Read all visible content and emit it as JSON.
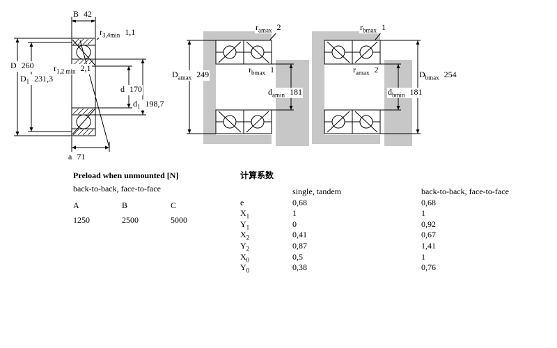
{
  "drawing": {
    "left": {
      "B": {
        "pre": "B",
        "value": "42"
      },
      "r34": {
        "pre": "r",
        "sub": "3,4min",
        "value": "1,1"
      },
      "r12": {
        "pre": "r",
        "sub": "1,2 min",
        "value": "2,1"
      },
      "D": {
        "pre": "D",
        "value": "260"
      },
      "D1": {
        "pre": "D",
        "sub": "1",
        "value": "231,3"
      },
      "d": {
        "pre": "d",
        "value": "170"
      },
      "d1": {
        "pre": "d",
        "sub": "1",
        "value": "198,7"
      },
      "a": {
        "pre": "a",
        "value": "71"
      }
    },
    "arr1": {
      "r_top": {
        "pre": "r",
        "sub": "amax",
        "value": "2"
      },
      "Da": {
        "pre": "D",
        "sub": "amax",
        "value": "249"
      },
      "r_mid": {
        "pre": "r",
        "sub": "bmax",
        "value": "1"
      },
      "da": {
        "pre": "d",
        "sub": "amin",
        "value": "181"
      }
    },
    "arr2": {
      "r_top": {
        "pre": "r",
        "sub": "bmax",
        "value": "1"
      },
      "r_mid": {
        "pre": "r",
        "sub": "amax",
        "value": "2"
      },
      "Db": {
        "pre": "D",
        "sub": "bmax",
        "value": "254"
      },
      "db": {
        "pre": "d",
        "sub": "bmin",
        "value": "181"
      }
    }
  },
  "preload": {
    "title": "Preload when unmounted [N]",
    "subtitle": "back-to-back, face-to-face",
    "headers": [
      "A",
      "B",
      "C"
    ],
    "values": [
      "1250",
      "2500",
      "5000"
    ]
  },
  "factors": {
    "title": "计算系数",
    "col1": "single, tandem",
    "col2": "back-to-back, face-to-face",
    "rows": [
      {
        "pre": "e",
        "sub": "",
        "v1": "0,68",
        "v2": "0,68"
      },
      {
        "pre": "X",
        "sub": "1",
        "v1": "1",
        "v2": "1"
      },
      {
        "pre": "Y",
        "sub": "1",
        "v1": "0",
        "v2": "0,92"
      },
      {
        "pre": "X",
        "sub": "2",
        "v1": "0,41",
        "v2": "0,67"
      },
      {
        "pre": "Y",
        "sub": "2",
        "v1": "0,87",
        "v2": "1,41"
      },
      {
        "pre": "X",
        "sub": "0",
        "v1": "0,5",
        "v2": "1"
      },
      {
        "pre": "Y",
        "sub": "0",
        "v1": "0,38",
        "v2": "0,76"
      }
    ]
  }
}
